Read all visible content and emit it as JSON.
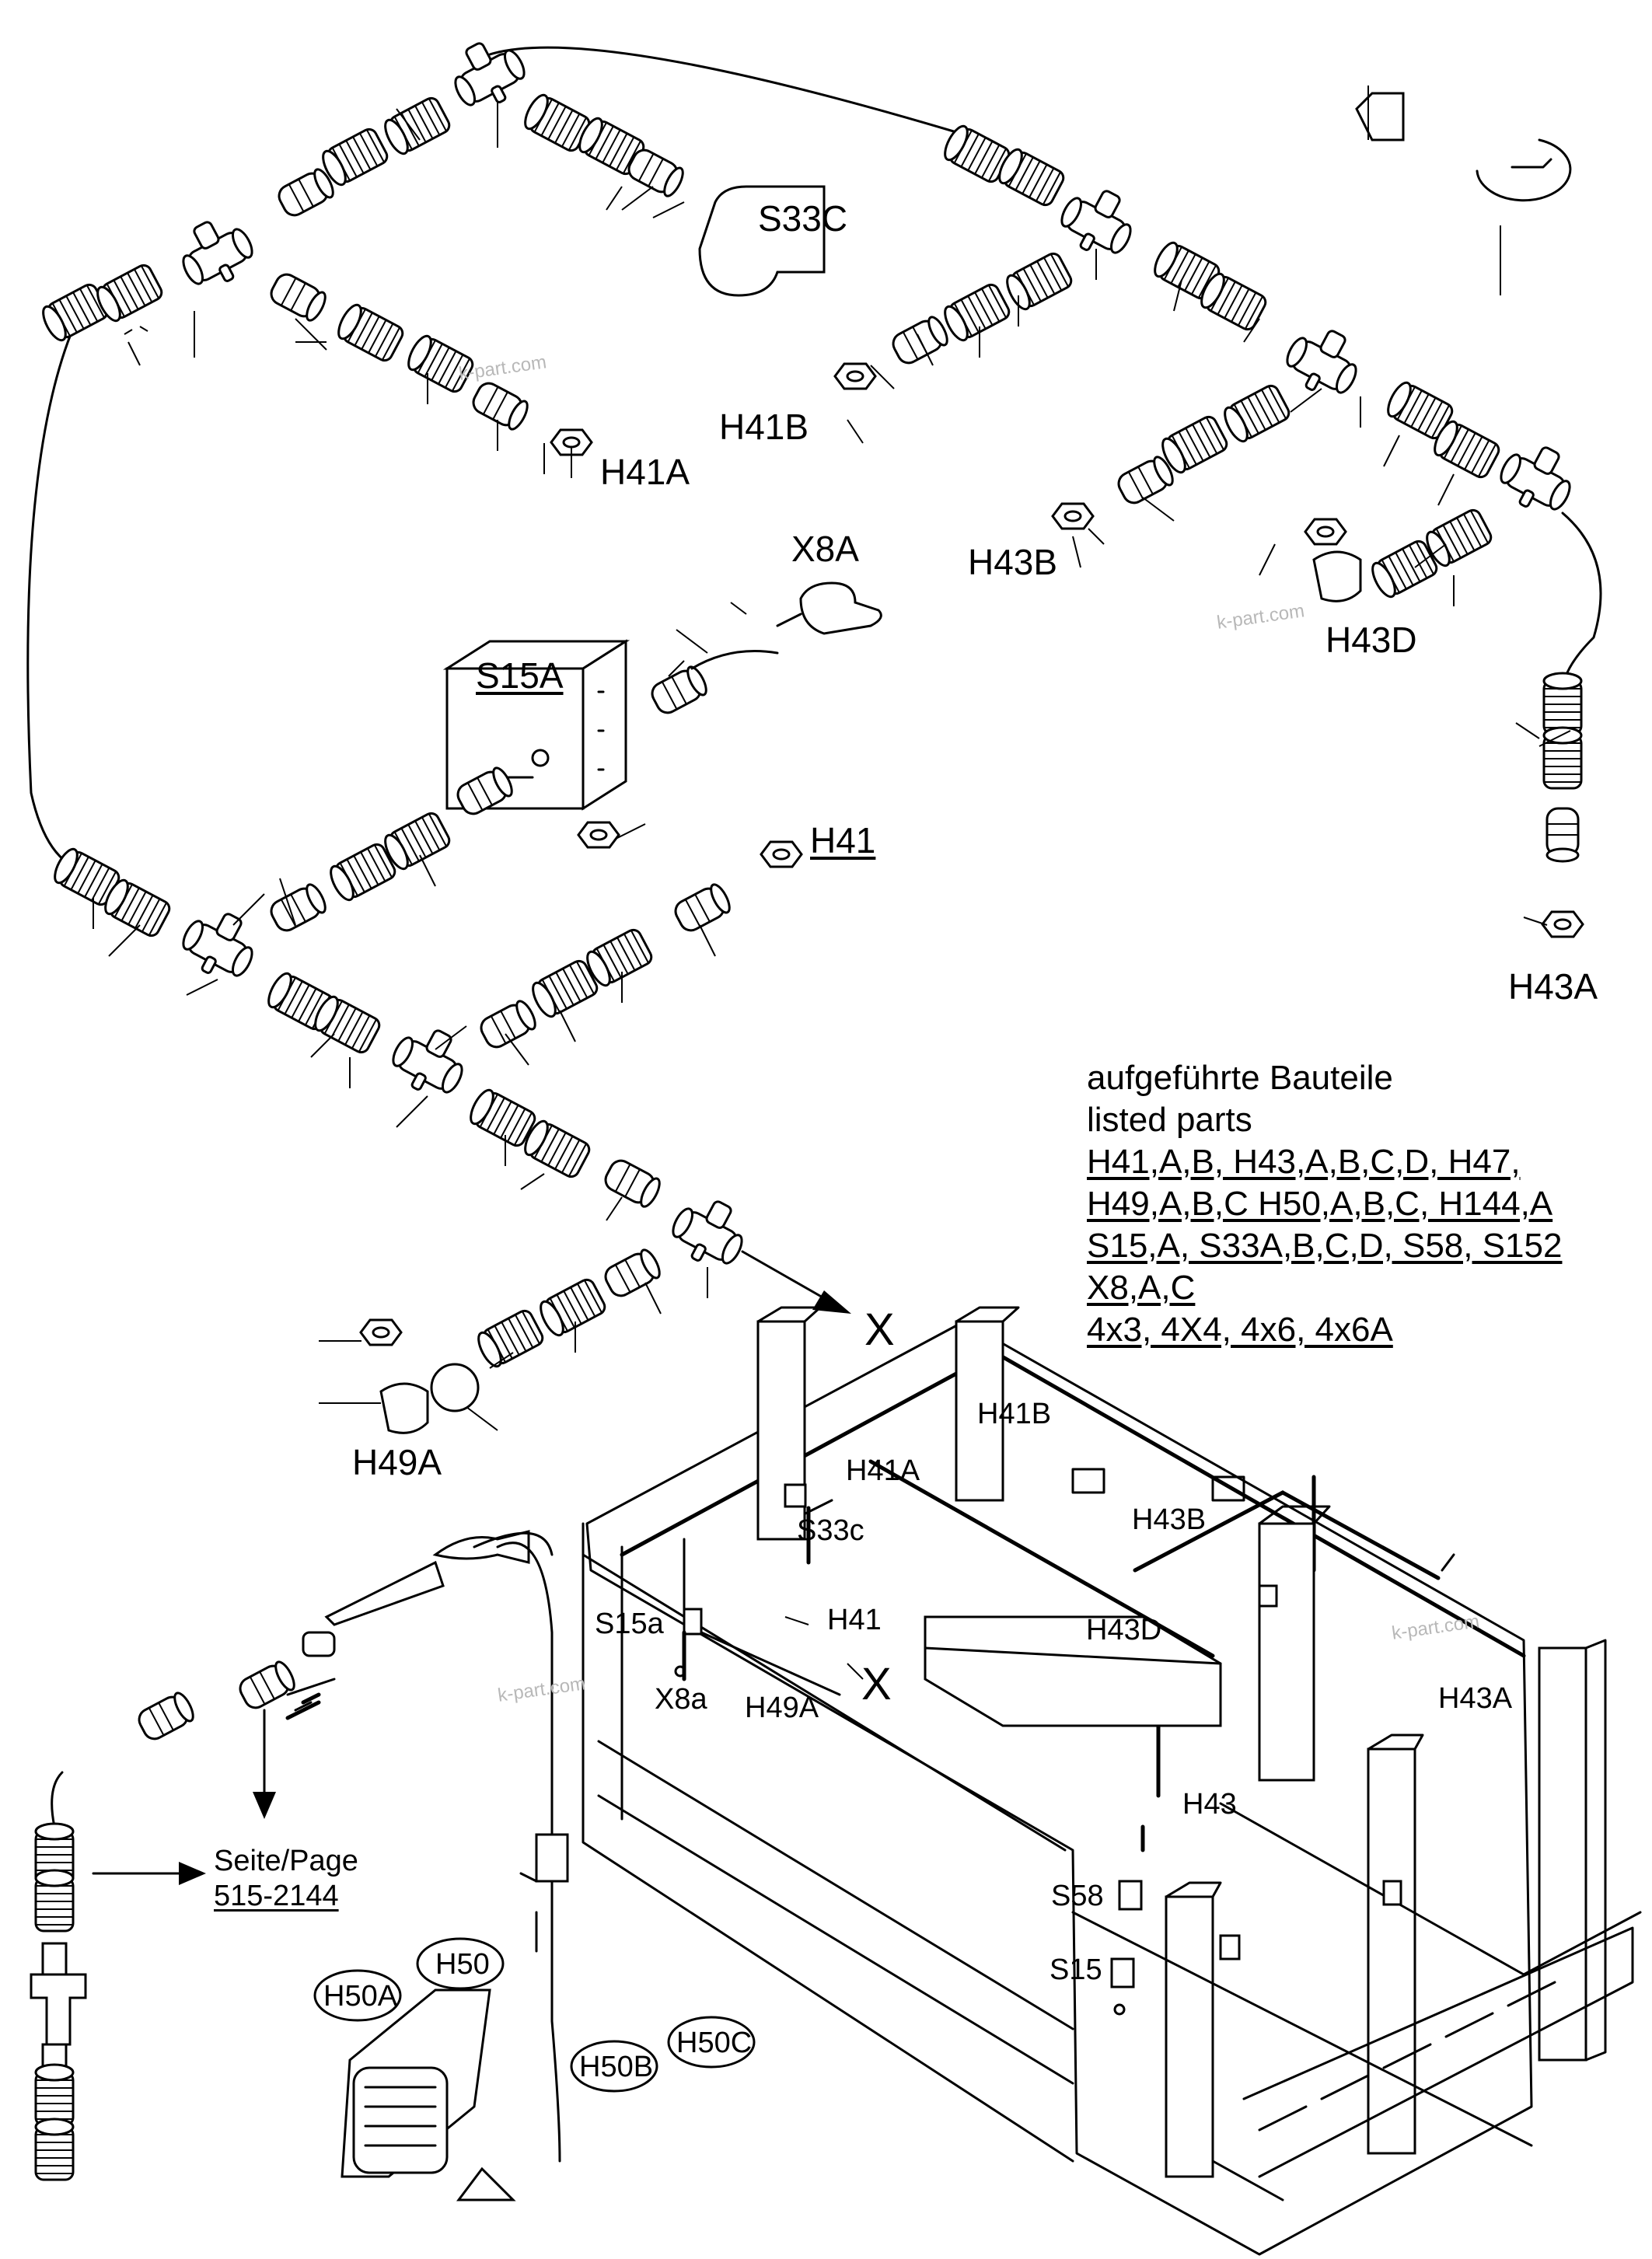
{
  "labels": {
    "s33c": "S33C",
    "h41a": "H41A",
    "h41b": "H41B",
    "h43b": "H43B",
    "h43d": "H43D",
    "h43a": "H43A",
    "x8a": "X8A",
    "s15a": "S15A",
    "h41": "H41",
    "h49a": "H49A",
    "x": "X",
    "frame_h41b": "H41B",
    "frame_h41a": "H41A",
    "frame_s33c": "S33c",
    "frame_h43b": "H43B",
    "frame_s15a": "S15a",
    "frame_h41": "H41",
    "frame_h43d": "H43D",
    "frame_x8a": "X8a",
    "frame_h49a": "H49A",
    "frame_x": "X",
    "frame_h43a": "H43A",
    "frame_h43": "H43",
    "frame_s58": "S58",
    "frame_s15": "S15",
    "h50": "H50",
    "h50a": "H50A",
    "h50b": "H50B",
    "h50c": "H50C"
  },
  "page_ref": {
    "line1": "Seite/Page",
    "line2": "515-2144"
  },
  "legend": {
    "title_de": "aufgeführte Bauteile",
    "title_en": "listed parts",
    "lines": [
      "H41,A,B, H43,A,B,C,D, H47,",
      "H49,A,B,C H50,A,B,C, H144,A",
      "S15,A, S33A,B,C,D, S58, S152",
      "X8,A,C",
      "4x3, 4X4, 4x6, 4x6A"
    ]
  },
  "watermarks": [
    "k-part.com",
    "k-part.com",
    "k-part.com",
    "k-part.com"
  ]
}
